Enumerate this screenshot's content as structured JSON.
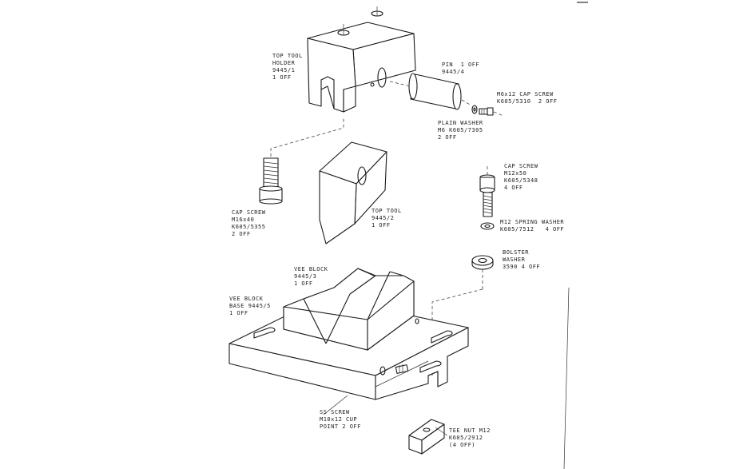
{
  "labels": {
    "top_tool_holder": [
      "TOP TOOL",
      "HOLDER",
      "9445/1",
      "1 OFF"
    ],
    "pin": [
      "PIN  1 OFF",
      "9445/4"
    ],
    "cap_screw_m6": [
      "M6x12 CAP SCREW",
      "K605/5310  2 OFF"
    ],
    "plain_washer": [
      "PLAIN WASHER",
      "M6 K605/7305",
      "2 OFF"
    ],
    "cap_screw_m12": [
      "CAP SCREW",
      "M12x50",
      "K605/5348",
      "4 OFF"
    ],
    "top_tool": [
      "TOP TOOL",
      "9445/2",
      "1 OFF"
    ],
    "cap_screw_m16": [
      "CAP SCREW",
      "M16x40",
      "K605/5355",
      "2 OFF"
    ],
    "spring_washer": [
      "M12 SPRING WASHER",
      "K605/7512   4 OFF"
    ],
    "bolster_washer": [
      "BOLSTER",
      "WASHER",
      "3590 4 OFF"
    ],
    "vee_block": [
      "VEE BLOCK",
      "9445/3",
      "1 OFF"
    ],
    "vee_block_base": [
      "VEE BLOCK",
      "BASE 9445/5",
      "1 OFF"
    ],
    "ss_screw": [
      "SS SCREW",
      "M10x12 CUP",
      "POINT 2 OFF"
    ],
    "tee_nut": [
      "TEE NUT M12",
      "K605/2912",
      "(4 OFF)"
    ]
  }
}
